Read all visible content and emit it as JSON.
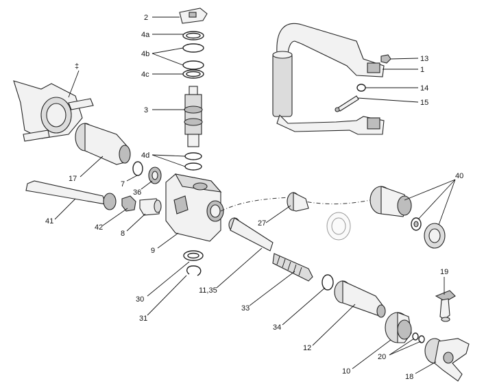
{
  "callouts": {
    "c2": "2",
    "c4a": "4a",
    "c4b": "4b",
    "c4c": "4c",
    "c3": "3",
    "c4d": "4d",
    "c13": "13",
    "c1": "1",
    "c14": "14",
    "c15": "15",
    "cdagger": "‡",
    "c17": "17",
    "c7": "7",
    "c36": "36",
    "c41": "41",
    "c42": "42",
    "c8": "8",
    "c9": "9",
    "c27": "27",
    "c40": "40",
    "c30": "30",
    "c31": "31",
    "c1135": "11,35",
    "c33": "33",
    "c34": "34",
    "c12": "12",
    "c10": "10",
    "c19": "19",
    "c20": "20",
    "c18": "18"
  }
}
